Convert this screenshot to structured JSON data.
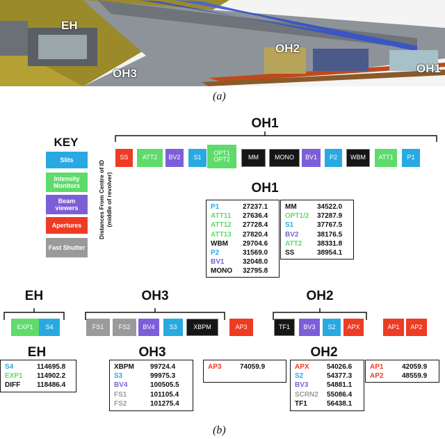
{
  "panel_a": {
    "caption": "(a)",
    "labels": {
      "eh": "EH",
      "oh3": "OH3",
      "oh2": "OH2",
      "oh1": "OH1"
    }
  },
  "panel_b": {
    "caption": "(b)"
  },
  "colors": {
    "slits": "#29A9E1",
    "intensity": "#5EDB6A",
    "beam": "#7C5FD8",
    "aperture": "#EE3B24",
    "shutter": "#9A9A9A",
    "dark": "#111111"
  },
  "key": {
    "title": "KEY",
    "items": [
      {
        "label": "Slits",
        "cat": "slits"
      },
      {
        "label": "Intensity Monitors",
        "cat": "intensity"
      },
      {
        "label": "Beam viewers",
        "cat": "beam"
      },
      {
        "label": "Apertures",
        "cat": "aperture"
      },
      {
        "label": "Fast Shutter",
        "cat": "shutter"
      }
    ]
  },
  "axis_label": {
    "line1": "Distances From Centre of ID",
    "line2": "(middle of revolver)"
  },
  "oh1": {
    "title": "OH1",
    "components": [
      {
        "label": "SS",
        "cat": "aperture"
      },
      {
        "label": "ATT2",
        "cat": "intensity"
      },
      {
        "label": "BV2",
        "cat": "beam"
      },
      {
        "label": "S1",
        "cat": "slits"
      },
      {
        "label": "OPT1 OPT2",
        "cat": "intensity"
      },
      {
        "label": "MM",
        "cat": "dark"
      },
      {
        "label": "MONO",
        "cat": "dark"
      },
      {
        "label": "BV1",
        "cat": "beam"
      },
      {
        "label": "P2",
        "cat": "slits"
      },
      {
        "label": "WBM",
        "cat": "dark"
      },
      {
        "label": "ATT1",
        "cat": "intensity"
      },
      {
        "label": "P1",
        "cat": "slits"
      }
    ],
    "table_title": "OH1",
    "table_left": [
      {
        "name": "P1",
        "value": "27237.1",
        "cat": "slits"
      },
      {
        "name": "ATT11",
        "value": "27636.4",
        "cat": "intensity"
      },
      {
        "name": "ATT12",
        "value": "27728.4",
        "cat": "intensity"
      },
      {
        "name": "ATT13",
        "value": "27820.4",
        "cat": "intensity"
      },
      {
        "name": "WBM",
        "value": "29704.6",
        "cat": "dark"
      },
      {
        "name": "P2",
        "value": "31569.0",
        "cat": "slits"
      },
      {
        "name": "BV1",
        "value": "32048.0",
        "cat": "beam"
      },
      {
        "name": "MONO",
        "value": "32795.8",
        "cat": "dark"
      }
    ],
    "table_right": [
      {
        "name": "MM",
        "value": "34522.0",
        "cat": "dark"
      },
      {
        "name": "OPT1/2",
        "value": "37287.9",
        "cat": "intensity"
      },
      {
        "name": "S1",
        "value": "37767.5",
        "cat": "slits"
      },
      {
        "name": "BV2",
        "value": "38176.5",
        "cat": "beam"
      },
      {
        "name": "ATT2",
        "value": "38331.8",
        "cat": "intensity"
      },
      {
        "name": "SS",
        "value": "38954.1",
        "cat": "dark"
      }
    ]
  },
  "eh": {
    "title": "EH",
    "components": [
      {
        "label": "EXP1",
        "cat": "intensity"
      },
      {
        "label": "S4",
        "cat": "slits"
      }
    ],
    "table_title": "EH",
    "table": [
      {
        "name": "S4",
        "value": "114695.8",
        "cat": "slits"
      },
      {
        "name": "EXP1",
        "value": "114902.2",
        "cat": "intensity"
      },
      {
        "name": "DIFF",
        "value": "118486.4",
        "cat": "dark"
      }
    ]
  },
  "oh3": {
    "title": "OH3",
    "components": [
      {
        "label": "FS1",
        "cat": "shutter"
      },
      {
        "label": "FS2",
        "cat": "shutter"
      },
      {
        "label": "BV4",
        "cat": "beam"
      },
      {
        "label": "S3",
        "cat": "slits"
      },
      {
        "label": "XBPM",
        "cat": "dark"
      }
    ],
    "table_title": "OH3",
    "table": [
      {
        "name": "XBPM",
        "value": "99724.4",
        "cat": "dark"
      },
      {
        "name": "S3",
        "value": "99975.3",
        "cat": "slits"
      },
      {
        "name": "BV4",
        "value": "100505.5",
        "cat": "beam"
      },
      {
        "name": "FS1",
        "value": "101105.4",
        "cat": "shutter"
      },
      {
        "name": "FS2",
        "value": "101275.4",
        "cat": "shutter"
      }
    ]
  },
  "ap3": {
    "component": {
      "label": "AP3",
      "cat": "aperture"
    },
    "table": [
      {
        "name": "AP3",
        "value": "74059.9",
        "cat": "aperture"
      }
    ]
  },
  "oh2": {
    "title": "OH2",
    "components": [
      {
        "label": "TF1",
        "cat": "dark"
      },
      {
        "label": "BV3",
        "cat": "beam"
      },
      {
        "label": "S2",
        "cat": "slits"
      },
      {
        "label": "APX",
        "cat": "aperture"
      }
    ],
    "table_title": "OH2",
    "table": [
      {
        "name": "APX",
        "value": "54026.6",
        "cat": "aperture"
      },
      {
        "name": "S2",
        "value": "54377.3",
        "cat": "slits"
      },
      {
        "name": "BV3",
        "value": "54881.1",
        "cat": "beam"
      },
      {
        "name": "SCRN2",
        "value": "55086.4",
        "cat": "shutter"
      },
      {
        "name": "TF1",
        "value": "56438.1",
        "cat": "dark"
      }
    ]
  },
  "ap12": {
    "components": [
      {
        "label": "AP1",
        "cat": "aperture"
      },
      {
        "label": "AP2",
        "cat": "aperture"
      }
    ],
    "table": [
      {
        "name": "AP1",
        "value": "42059.9",
        "cat": "aperture"
      },
      {
        "name": "AP2",
        "value": "48559.9",
        "cat": "aperture"
      }
    ]
  }
}
